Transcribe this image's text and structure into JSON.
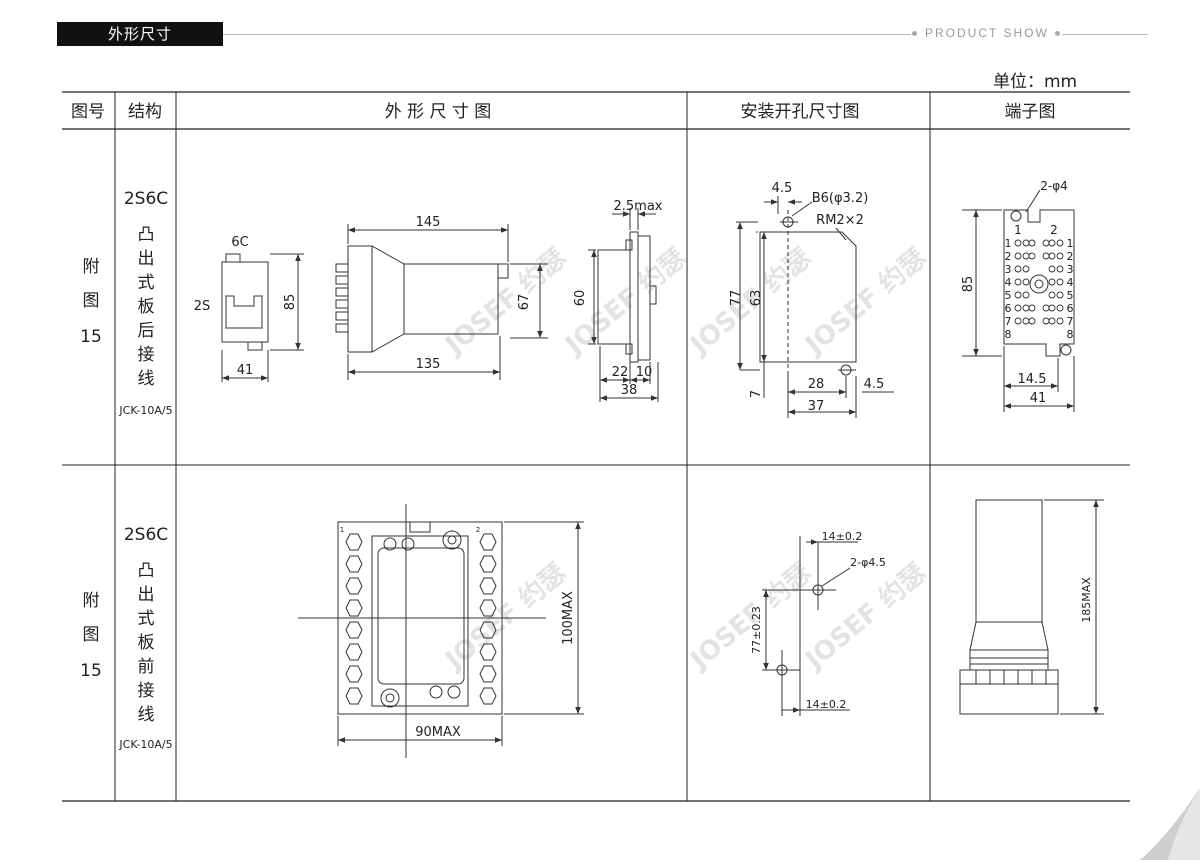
{
  "header": {
    "tag": "外形尺寸",
    "right": "PRODUCT SHOW"
  },
  "unit_label": "单位：mm",
  "table": {
    "headers": [
      "图号",
      "结构",
      "外 形 尺 寸 图",
      "安装开孔尺寸图",
      "端子图"
    ],
    "rows": [
      {
        "fig": [
          "附",
          "图",
          "15"
        ],
        "model": "2S6C",
        "structure": [
          "凸",
          "出",
          "式",
          "板",
          "后",
          "接",
          "线"
        ],
        "socket": "JCK-10A/5"
      },
      {
        "fig": [
          "附",
          "图",
          "15"
        ],
        "model": "2S6C",
        "structure": [
          "凸",
          "出",
          "式",
          "板",
          "前",
          "接",
          "线"
        ],
        "socket": "JCK-10A/5"
      }
    ]
  },
  "watermark": "JOSEF 约瑟",
  "dims": {
    "r1_outline": {
      "d6c": "6C",
      "d2s": "2S",
      "d85": "85",
      "d41": "41",
      "d145": "145",
      "d135": "135",
      "d67": "67",
      "d25": "2.5max",
      "d60": "60",
      "d22": "22",
      "d10": "10",
      "d38": "38"
    },
    "r1_cutout": {
      "d45a": "4.5",
      "b6": "B6(φ3.2)",
      "rm": "RM2×2",
      "d77": "77",
      "d63": "63",
      "d7": "7",
      "d28": "28",
      "d45b": "4.5",
      "d37": "37"
    },
    "r1_terminal": {
      "hole": "2-φ4",
      "d85": "85",
      "d145": "14.5",
      "d41": "41",
      "top1": "1",
      "top2": "2",
      "left": [
        "1",
        "2",
        "3",
        "4",
        "5",
        "6",
        "7",
        "8"
      ],
      "right": [
        "1",
        "2",
        "3",
        "4",
        "5",
        "6",
        "7",
        "8"
      ]
    },
    "r2_outline": {
      "d100": "100MAX",
      "d90": "90MAX",
      "lbl1": "1",
      "lbl2": "2"
    },
    "r2_cutout": {
      "d14a": "14±0.2",
      "hole": "2-φ4.5",
      "d77": "77±0.23",
      "d14b": "14±0.2"
    },
    "r2_terminal": {
      "d185": "185MAX"
    }
  }
}
